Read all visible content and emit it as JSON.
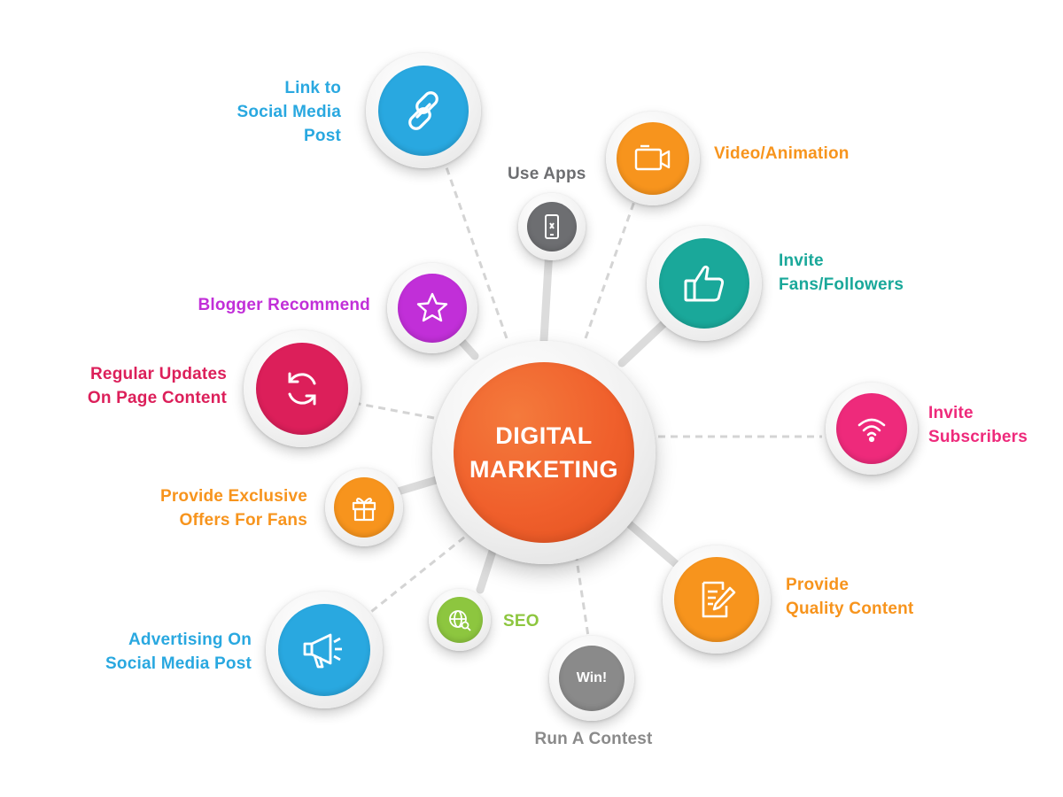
{
  "hub": {
    "title": "DIGITAL\nMARKETING"
  },
  "colors": {
    "blue": "#29a8e0",
    "orange": "#f7941d",
    "teal": "#1aa89a",
    "pink": "#ee2a7b",
    "magenta": "#c12fd8",
    "crimson": "#dc1f5a",
    "green": "#8dc63f",
    "gray": "#8a8a8a",
    "darkgray": "#6d6e71",
    "hub_orange": "#f0602c"
  },
  "nodes": [
    {
      "label": "Link to\nSocial Media\nPost",
      "color": "blue",
      "icon": "link-icon"
    },
    {
      "label": "Use Apps",
      "color": "darkgray",
      "icon": "mobile-icon"
    },
    {
      "label": "Video/Animation",
      "color": "orange",
      "icon": "video-camera-icon"
    },
    {
      "label": "Invite\nFans/Followers",
      "color": "teal",
      "icon": "thumbs-up-icon"
    },
    {
      "label": "Blogger Recommend",
      "color": "magenta",
      "icon": "star-icon"
    },
    {
      "label": "Regular Updates\nOn Page Content",
      "color": "crimson",
      "icon": "refresh-icon"
    },
    {
      "label": "Invite\nSubscribers",
      "color": "pink",
      "icon": "wifi-icon"
    },
    {
      "label": "Provide Exclusive\nOffers For Fans",
      "color": "orange",
      "icon": "gift-icon"
    },
    {
      "label": "Provide\nQuality Content",
      "color": "orange",
      "icon": "edit-document-icon"
    },
    {
      "label": "SEO",
      "color": "green",
      "icon": "globe-search-icon"
    },
    {
      "label": "Advertising On\nSocial Media Post",
      "color": "blue",
      "icon": "megaphone-icon"
    },
    {
      "label": "Run A Contest",
      "color": "gray",
      "icon": "win-badge-icon",
      "badge_text": "Win!"
    }
  ]
}
